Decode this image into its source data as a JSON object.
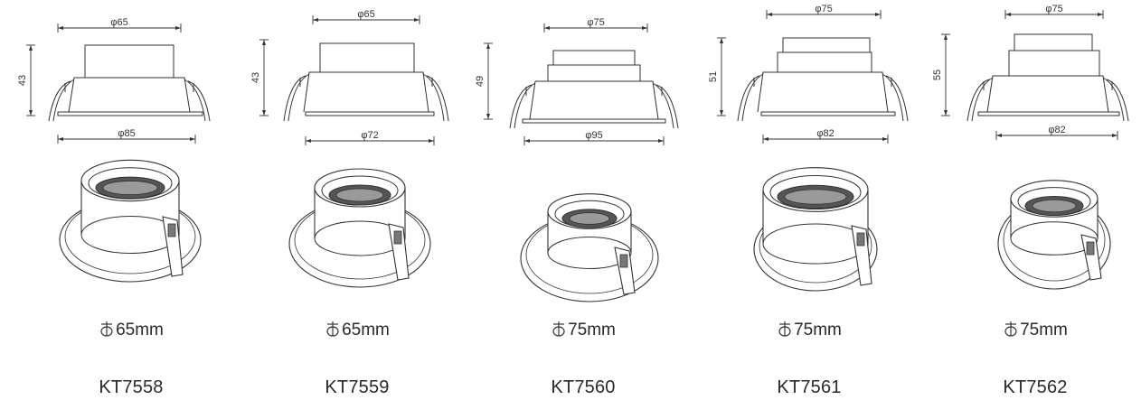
{
  "products": [
    {
      "model": "KT7558",
      "cutout": "65mm",
      "dims": {
        "top": "φ65",
        "bottom": "φ85",
        "height": "43"
      }
    },
    {
      "model": "KT7559",
      "cutout": "65mm",
      "dims": {
        "top": "φ65",
        "bottom": "φ72",
        "height": "43"
      }
    },
    {
      "model": "KT7560",
      "cutout": "75mm",
      "dims": {
        "top": "φ75",
        "bottom": "φ95",
        "height": "49"
      }
    },
    {
      "model": "KT7561",
      "cutout": "75mm",
      "dims": {
        "top": "φ75",
        "bottom": "φ82",
        "height": "51"
      }
    },
    {
      "model": "KT7562",
      "cutout": "75mm",
      "dims": {
        "top": "φ75",
        "bottom": "φ82",
        "height": "55"
      }
    }
  ],
  "icons": {
    "cutout_symbol": "cutout-hole-icon"
  },
  "colors": {
    "line": "#333333",
    "text": "#2a2a2a",
    "background": "#ffffff"
  }
}
